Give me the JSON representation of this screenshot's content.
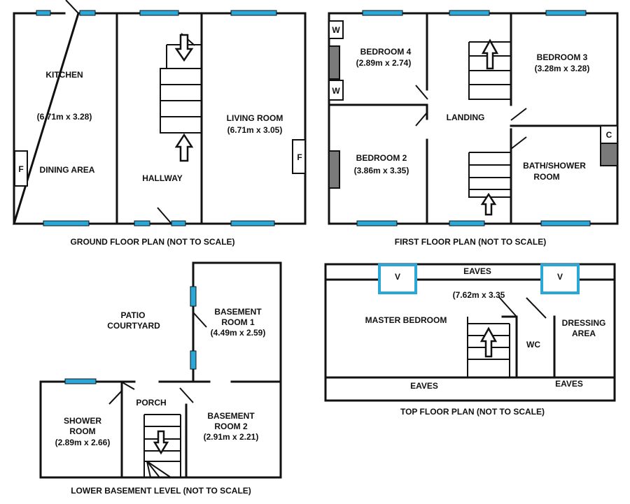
{
  "ground_floor": {
    "caption": "GROUND FLOOR PLAN (NOT TO SCALE)",
    "kitchen": "KITCHEN",
    "kitchen_dims": "(6.71m x 3.28)",
    "dining": "DINING AREA",
    "hallway": "HALLWAY",
    "living": "LIVING ROOM",
    "living_dims": "(6.71m x 3.05)",
    "fire_left": "F",
    "fire_right": "F"
  },
  "first_floor": {
    "caption": "FIRST FLOOR PLAN (NOT TO SCALE)",
    "w1": "W",
    "w2": "W",
    "bed4": "BEDROOM 4",
    "bed4_dims": "(2.89m x 2.74)",
    "bed3": "BEDROOM 3",
    "bed3_dims": "(3.28m x 3.28)",
    "landing": "LANDING",
    "bed2": "BEDROOM 2",
    "bed2_dims": "(3.86m x 3.35)",
    "bath_line1": "BATH/SHOWER",
    "bath_line2": "ROOM",
    "cupboard": "C"
  },
  "basement": {
    "caption": "LOWER BASEMENT LEVEL (NOT TO SCALE)",
    "patio_line1": "PATIO",
    "patio_line2": "COURTYARD",
    "b1_line1": "BASEMENT",
    "b1_line2": "ROOM 1",
    "b1_dims": "(4.49m x 2.59)",
    "porch": "PORCH",
    "shower_line1": "SHOWER",
    "shower_line2": "ROOM",
    "shower_dims": "(2.89m x 2.66)",
    "b2_line1": "BASEMENT",
    "b2_line2": "ROOM 2",
    "b2_dims": "(2.91m x 2.21)"
  },
  "top_floor": {
    "caption": "TOP FLOOR PLAN (NOT TO SCALE)",
    "eaves_top": "EAVES",
    "v1": "V",
    "v2": "V",
    "master_dims": "(7.62m x 3.35",
    "master": "MASTER BEDROOM",
    "wc": "WC",
    "dressing_line1": "DRESSING",
    "dressing_line2": "AREA",
    "eaves_left": "EAVES",
    "eaves_right": "EAVES"
  }
}
